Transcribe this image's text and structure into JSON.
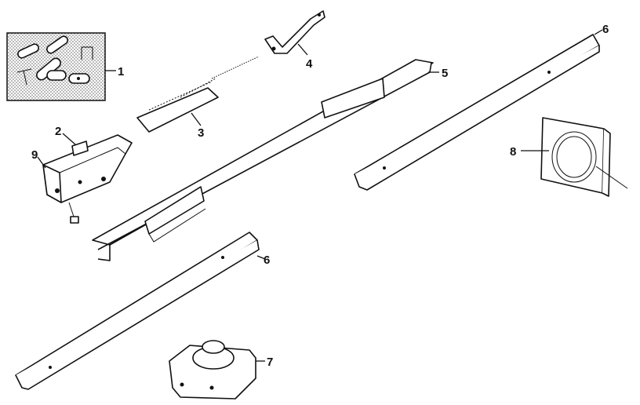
{
  "diagram": {
    "callouts": {
      "c1": "1",
      "c2": "2",
      "c3": "3",
      "c4": "4",
      "c5": "5",
      "c6a": "6",
      "c6b": "6",
      "c7": "7",
      "c8": "8",
      "c9": "9"
    },
    "colors": {
      "ink": "#111111",
      "background": "#ffffff",
      "stipple": "#9a9a9a"
    }
  }
}
